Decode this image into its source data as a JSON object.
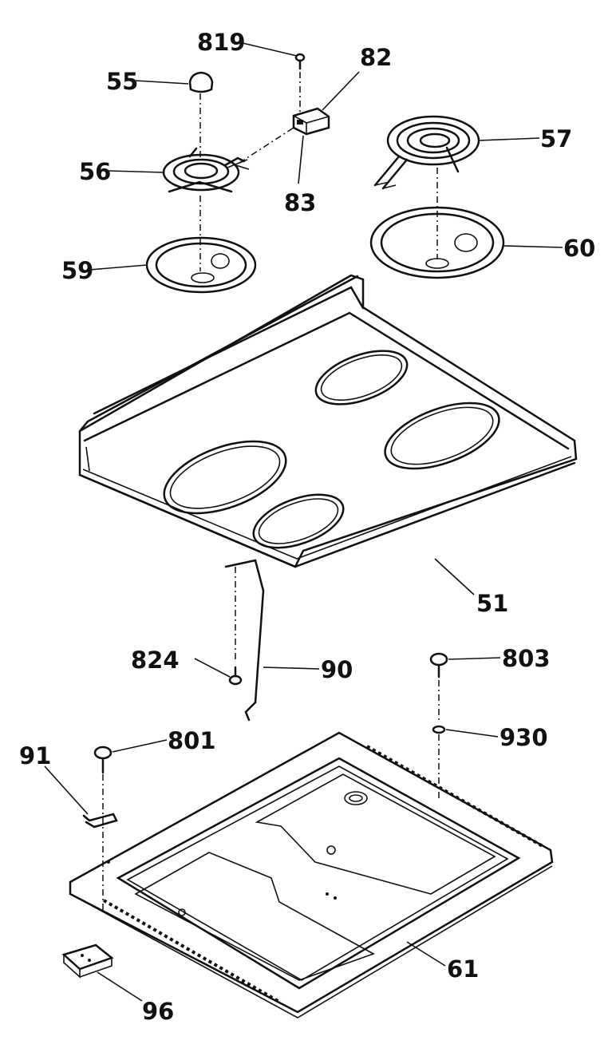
{
  "diagram": {
    "labels": {
      "p819": "819",
      "p82": "82",
      "p55": "55",
      "p57": "57",
      "p56": "56",
      "p83": "83",
      "p59": "59",
      "p60": "60",
      "p51": "51",
      "p824": "824",
      "p90": "90",
      "p803": "803",
      "p801": "801",
      "p91": "91",
      "p930": "930",
      "p61": "61",
      "p96": "96"
    }
  }
}
